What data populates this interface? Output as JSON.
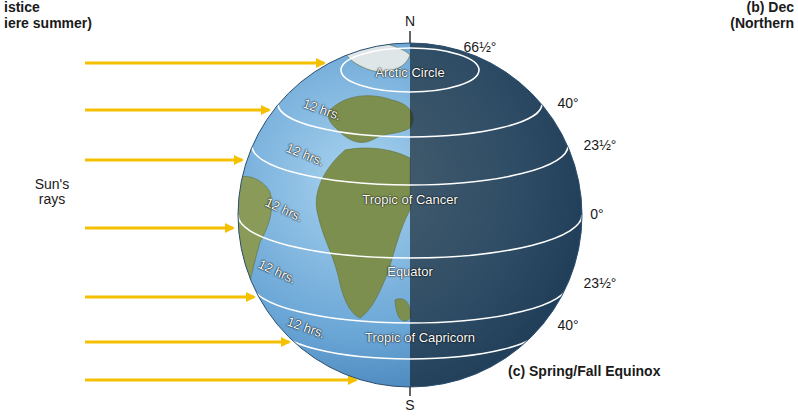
{
  "diagram": {
    "caption": "(c) Spring/Fall Equinox",
    "labels": [
      "istice",
      "iere summer)",
      "N",
      "66½°",
      "(b) Dec",
      "(Northern",
      "Arctic Circle",
      "12 hrs.",
      "40°",
      "12 hrs.",
      "23½°",
      "Tropic of Cancer",
      "Sun's rays",
      "12 hrs.",
      "0°",
      "Equator",
      "12 hrs.",
      "23½°",
      "12 hrs.",
      "Tropic of Capricorn",
      "40°",
      "S"
    ]
  }
}
